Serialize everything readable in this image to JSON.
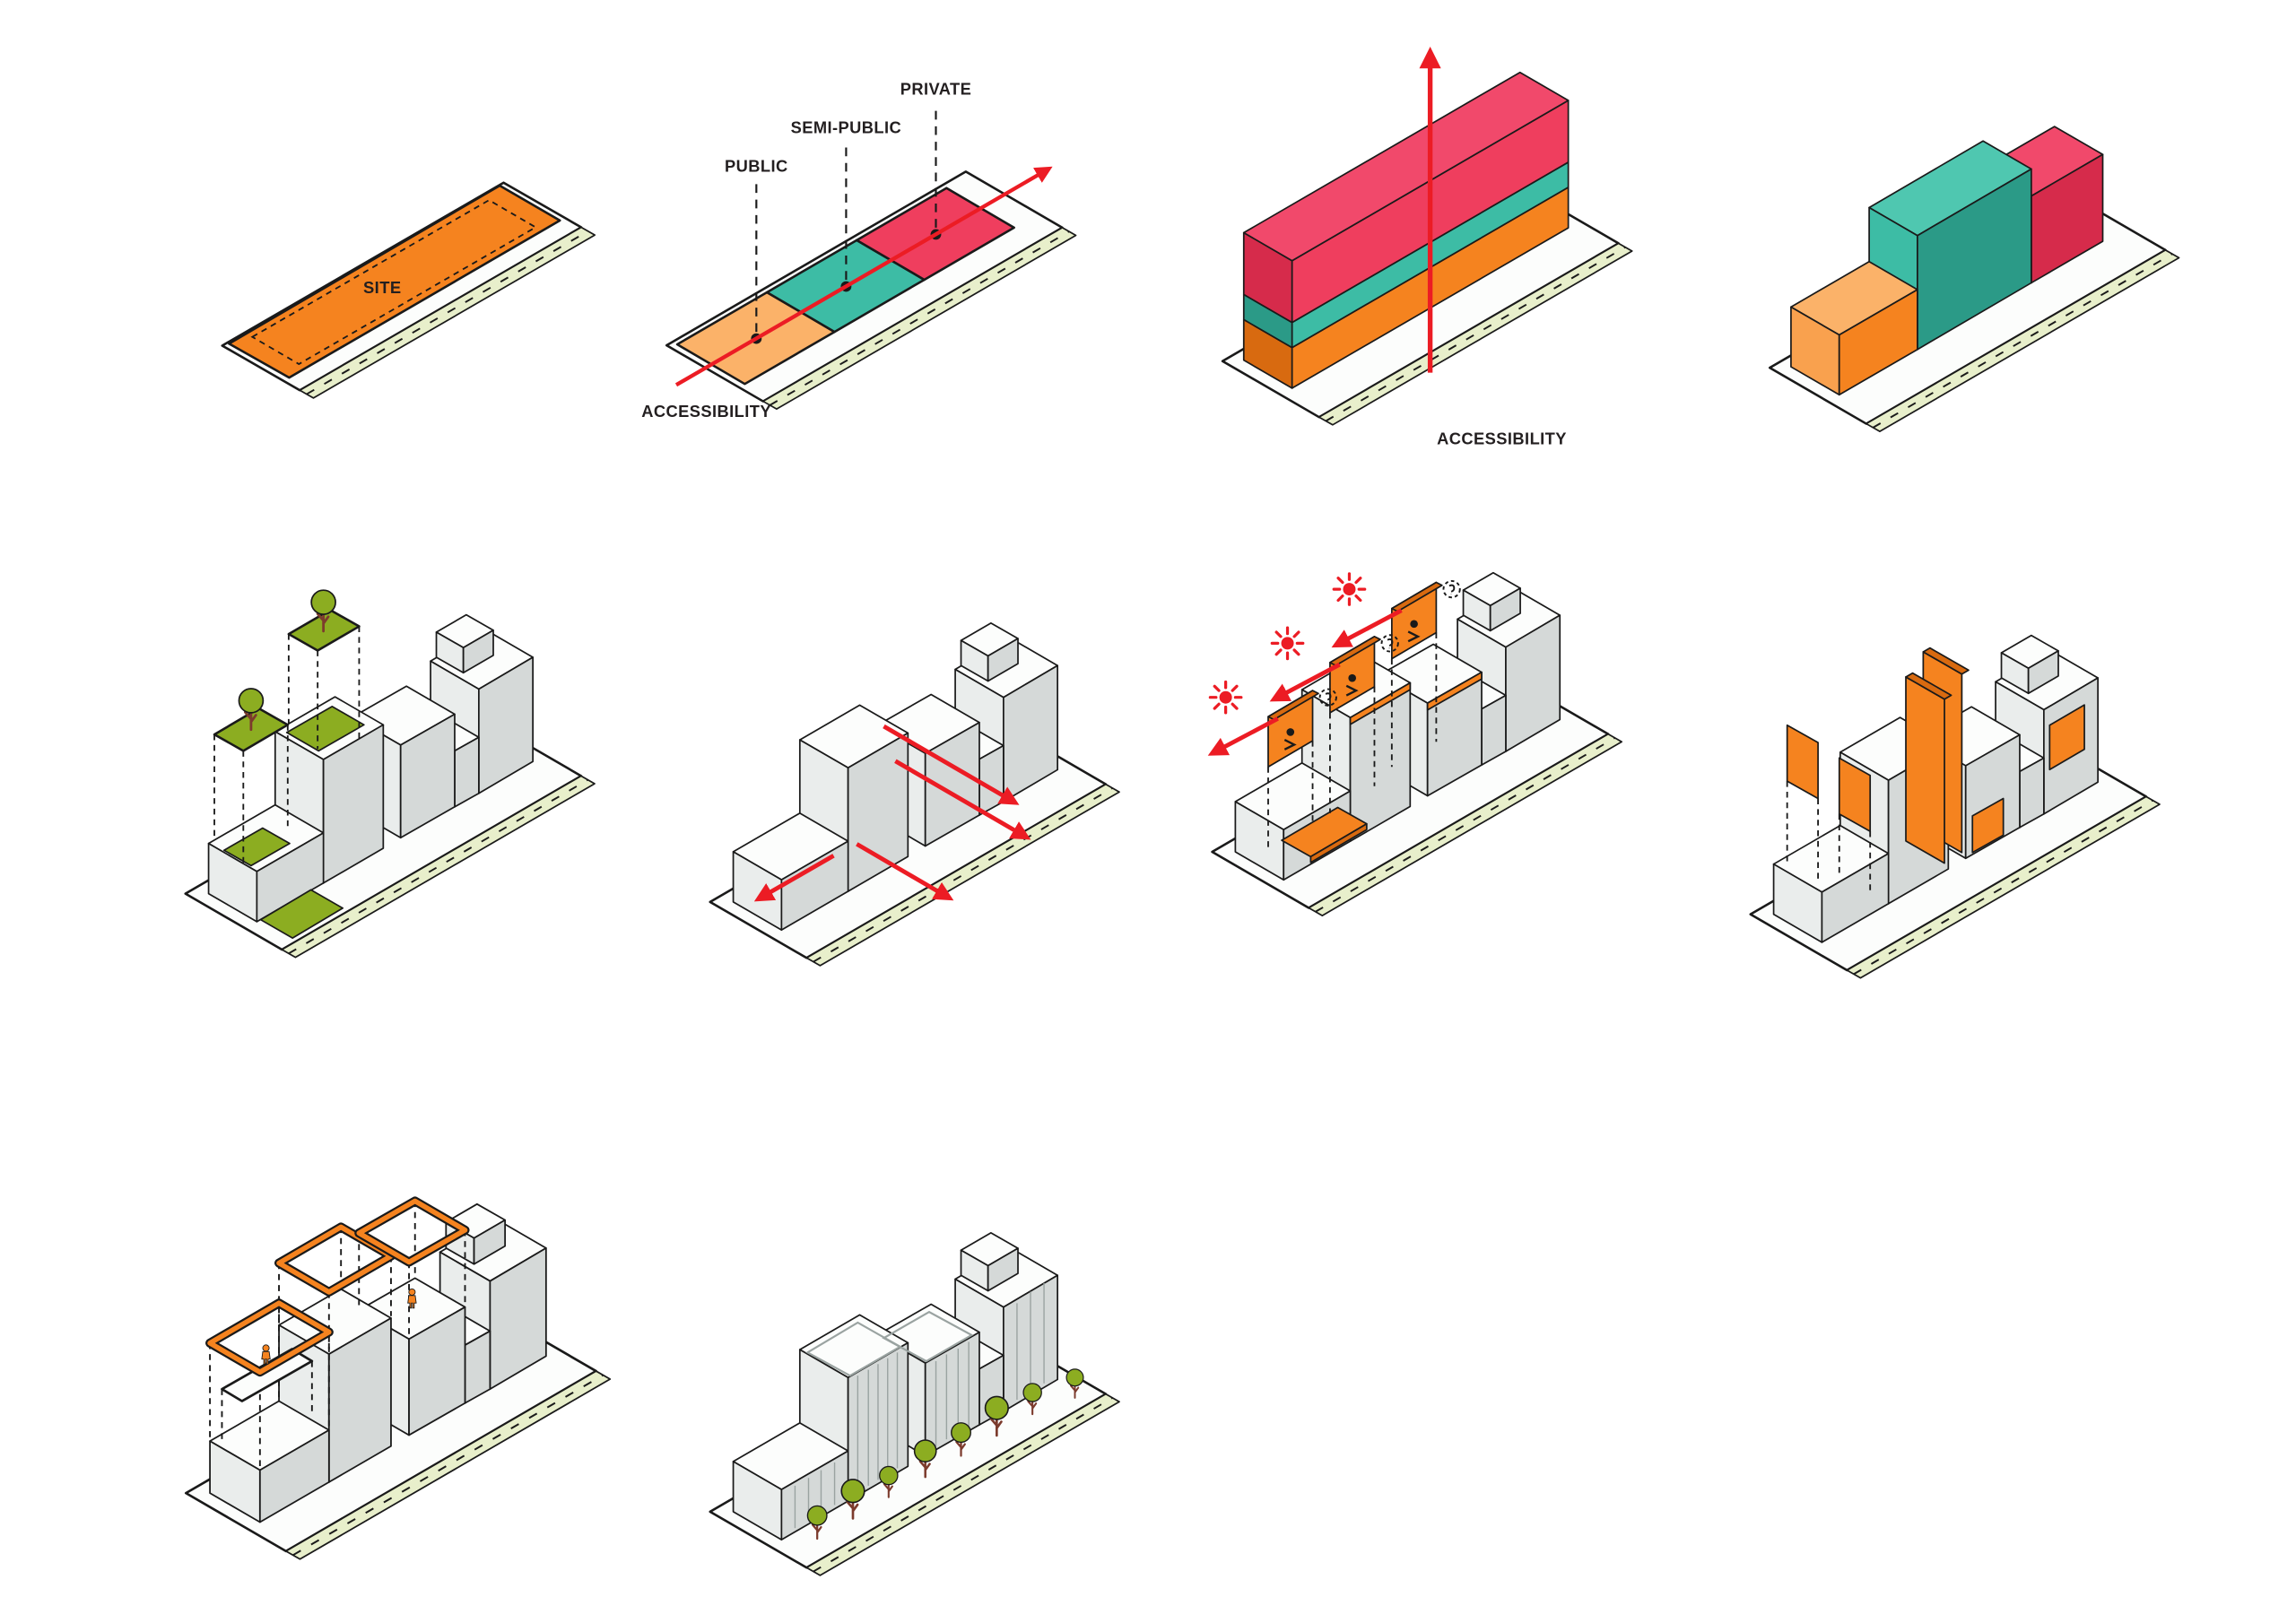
{
  "labels": {
    "site": "SITE",
    "public": "PUBLIC",
    "semi_public": "SEMI-PUBLIC",
    "private": "PRIVATE",
    "accessibility_gradient": "ACCESSIBILITY",
    "accessibility_extrusion": "ACCESSIBILITY"
  },
  "colors": {
    "orange": "#F5831F",
    "orange_dark": "#D86A10",
    "orange_light": "#F9A14E",
    "orange_pale": "#FBB269",
    "teal": "#3DBCA5",
    "teal_dark": "#2B9A87",
    "teal_light": "#4FC7B0",
    "pink": "#EF3E5E",
    "pink_dark": "#D62B4B",
    "pink_light": "#F1496B",
    "red": "#EC1C24",
    "olive": "#8CAD21",
    "ground": "#E8EFCB",
    "gray_top": "#FCFDFC",
    "gray_light": "#EAEDEC",
    "gray_mid": "#D5D9D8",
    "trunk": "#7C3B2D",
    "mullion": "#9AA3A1",
    "outline": "#1A1A1A"
  },
  "icons": {
    "sun": "sun-icon",
    "privacy": "dashed-circle-icon",
    "tree": "tree-icon",
    "person": "person-icon",
    "direction": "red-arrow"
  }
}
